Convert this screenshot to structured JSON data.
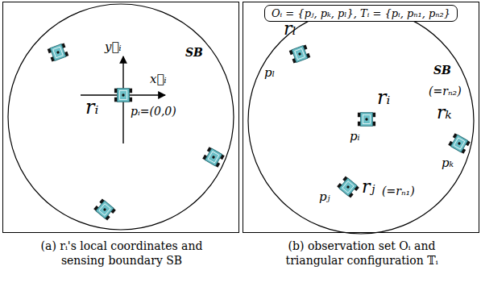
{
  "diagram": {
    "nodes": [
      {
        "text": [
          "(a) rᵢ's local coordinates and sensing boundary SB"
        ]
      },
      {
        "text": [
          "(b) observation set Oᵢ and triangular configuration 𝕋ᵢ"
        ]
      },
      {
        "text": [
          "Oᵢ = {pⱼ, pₖ, pₗ},  Tᵢ = {pᵢ, pₙ₁, pₙ₂}"
        ],
        "in": 1
      }
    ],
    "labels": [
      "SB",
      "y⃗ᵢ",
      "x⃗ᵢ",
      "rᵢ",
      "pᵢ=(0,0)",
      "rₗ",
      "pₗ",
      "SB",
      "rᵢ",
      "pᵢ",
      "(=rₙ₂)",
      "rₖ",
      "pₖ",
      "rⱼ",
      "(=rₙ₁)",
      "pⱼ"
    ]
  }
}
